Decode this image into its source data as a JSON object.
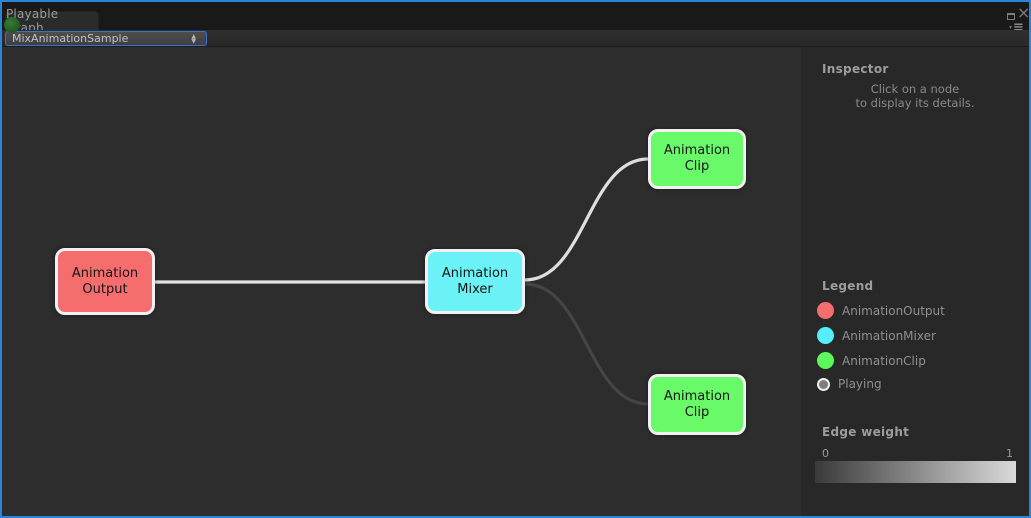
{
  "window": {
    "tab_title": "Playable Graph",
    "controls": {
      "close_icon": "×",
      "menu_arrow_icon": "▾",
      "menu_lines_icon": "≡"
    }
  },
  "toolbar": {
    "graph_selector": {
      "value": "MixAnimationSample",
      "arrow_up_icon": "▲",
      "arrow_down_icon": "▼"
    }
  },
  "graph": {
    "nodes": [
      {
        "id": "animation-output",
        "label": "Animation Output",
        "color": "#f66d6d"
      },
      {
        "id": "animation-mixer",
        "label": "Animation Mixer",
        "color": "#6bf2f6"
      },
      {
        "id": "animation-clip-top",
        "label": "Animation Clip",
        "color": "#68fa68"
      },
      {
        "id": "animation-clip-bottom",
        "label": "Animation Clip",
        "color": "#68fa68"
      }
    ],
    "edges": [
      {
        "from": "animation-output",
        "to": "animation-mixer",
        "weight": 1,
        "color": "#e3e3e3"
      },
      {
        "from": "animation-mixer",
        "to": "animation-clip-top",
        "weight": 1,
        "color": "#dedede"
      },
      {
        "from": "animation-mixer",
        "to": "animation-clip-bottom",
        "weight": 0.25,
        "color": "#454545"
      }
    ]
  },
  "inspector": {
    "title": "Inspector",
    "hint_line1": "Click on a node",
    "hint_line2": "to display its details."
  },
  "legend": {
    "title": "Legend",
    "items": [
      {
        "label": "AnimationOutput",
        "color": "#f66d6d"
      },
      {
        "label": "AnimationMixer",
        "color": "#57eefb"
      },
      {
        "label": "AnimationClip",
        "color": "#5cf75c"
      },
      {
        "label": "Playing",
        "color": "#7d7d7d"
      }
    ]
  },
  "edge_weight": {
    "title": "Edge weight",
    "min_label": "0",
    "max_label": "1",
    "gradient_start": "#3a3a3a",
    "gradient_end": "#dadada"
  }
}
